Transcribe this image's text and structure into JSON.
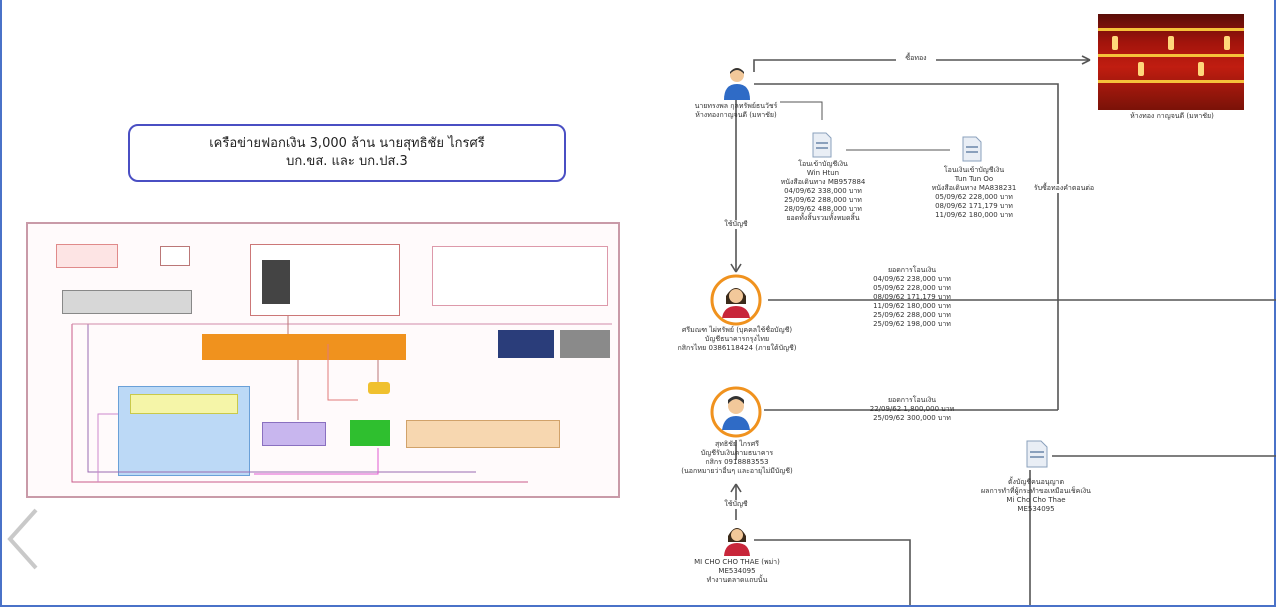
{
  "diagram": {
    "title_line1": "เครือข่ายฟอกเงิน 3,000 ล้าน นายสุทธิชัย ไกรศรี",
    "title_line2": "บก.ขส. และ บก.ปส.3",
    "person_top": {
      "line1": "นายทรงพล กุลทรัพย์ธนวัชร์",
      "line2": "ห้างทองกาญจนดี (มหาชัย)"
    },
    "shop_caption": "ห้างทอง กาญจนดี (มหาชัย)",
    "top_edge_label": "ซื้อทอง",
    "mid_edge_label": "รับซื้อทองคำตอนต่อ",
    "uses_account_label_1": "ใช้บัญชี",
    "uses_account_label_2": "ใช้บัญชี",
    "doc_left": {
      "line1": "โอนเข้าบัญชีเงิน",
      "line2": "Win Htun",
      "line3": "หนังสือเดินทาง MB957884",
      "entries": [
        "04/09/62  338,000  บาท",
        "25/09/62  288,000  บาท",
        "28/09/62  488,000  บาท"
      ],
      "footer": "ยอดทั้งสิ้นรวมทั้งหมดสิ้น"
    },
    "doc_right": {
      "line1": "โอนเงินเข้าบัญชีเงิน",
      "line2": "Tun Tun Oo",
      "line3": "หนังสือเดินทาง MA838231",
      "entries": [
        "05/09/62  228,000  บาท",
        "08/09/62  171,179  บาท",
        "11/09/62  180,000  บาท"
      ]
    },
    "transfer_box_1": {
      "heading": "ยอดการโอนเงิน",
      "entries": [
        "04/09/62  238,000  บาท",
        "05/09/62  228,000  บาท",
        "08/09/62  171,179  บาท",
        "11/09/62  180,000  บาท",
        "25/09/62  288,000  บาท",
        "25/09/62  198,000  บาท"
      ]
    },
    "person_woman": {
      "line1": "ศรีมณฑ ไผ่ทรัพย์ (บุคคลใช้ชื่อบัญชี)",
      "line2": "บัญชีธนาคารกรุงไทย",
      "line3": "กสิกรไทย 0386118424 (ภายใต้บัญชี)"
    },
    "transfer_box_2": {
      "heading": "ยอดการโอนเงิน",
      "entries": [
        "22/09/62  1,800,000  บาท",
        "25/09/62    300,000  บาท"
      ]
    },
    "person_man": {
      "line1": "สุทธิชัย ไกรศรี",
      "line2": "บัญชีรับเงินตามธนาคาร",
      "line3": "กสิกร 0918883553",
      "line4": "(นอกหมายว่าอื่นๆ และอายุไม่มีบัญชี)"
    },
    "doc_bottom": {
      "line1": "ตั้งบัญชีคนอนุญาต",
      "line2": "ผลการทำที่ผู้กระทำขอเหมือนเช็คเงิน",
      "line3": "Mi Cho Cho Thae",
      "line4": "ME534095"
    },
    "person_bottom": {
      "line1": "MI CHO CHO THAE (พม่า)",
      "line2": "ME534095",
      "line3": "ทำงานตลาดแถบนั้น"
    }
  },
  "colors": {
    "frame": "#4a72c8",
    "title_border": "#4a4fc3",
    "thumb_border": "#c99aa8",
    "orange": "#f0921e",
    "line": "#555555"
  }
}
